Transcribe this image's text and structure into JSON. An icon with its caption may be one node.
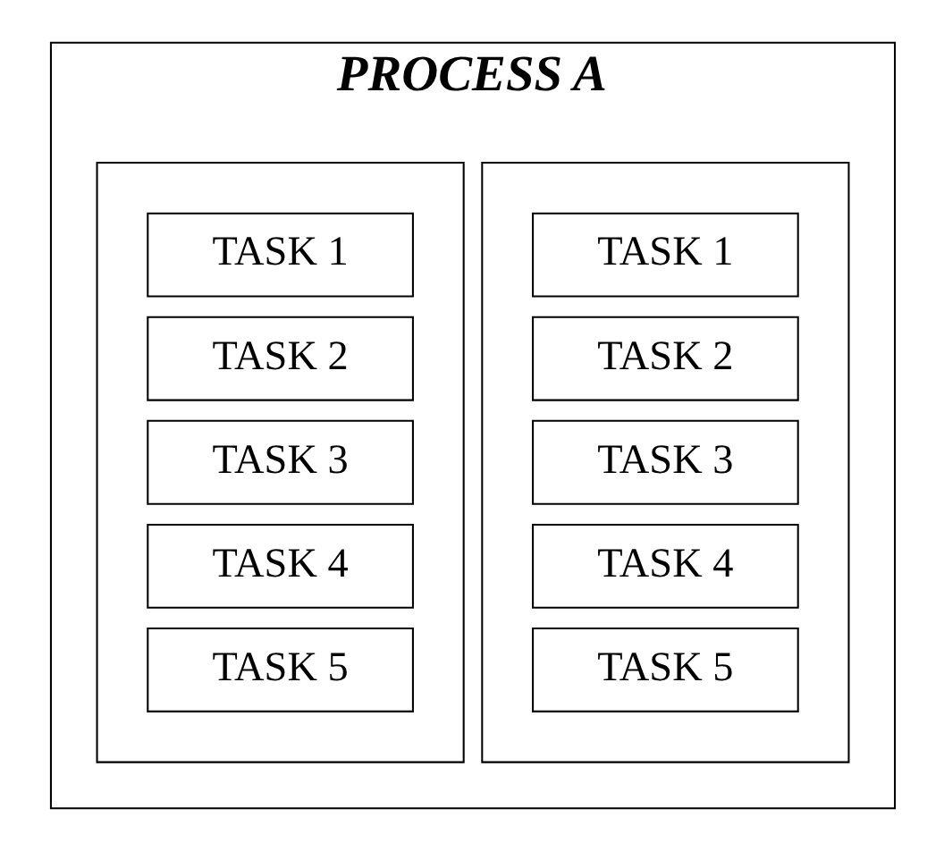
{
  "diagram": {
    "nodes": [
      {
        "text": [
          "PROCESS A"
        ]
      },
      {
        "text": [],
        "shape": "box",
        "in": 0
      },
      {
        "text": [
          "TASK 1"
        ],
        "in": 1
      },
      {
        "text": [
          "TASK 2"
        ],
        "in": 1
      },
      {
        "text": [
          "TASK 3"
        ],
        "in": 1
      },
      {
        "text": [
          "TASK 4"
        ],
        "in": 1
      },
      {
        "text": [
          "TASK 5"
        ],
        "in": 1
      },
      {
        "text": [],
        "shape": "box",
        "in": 0
      },
      {
        "text": [
          "TASK 1"
        ],
        "in": 7
      },
      {
        "text": [
          "TASK 2"
        ],
        "in": 7
      },
      {
        "text": [
          "TASK 3"
        ],
        "in": 7
      },
      {
        "text": [
          "TASK 4"
        ],
        "in": 7
      },
      {
        "text": [
          "TASK 5"
        ],
        "in": 7
      }
    ]
  }
}
